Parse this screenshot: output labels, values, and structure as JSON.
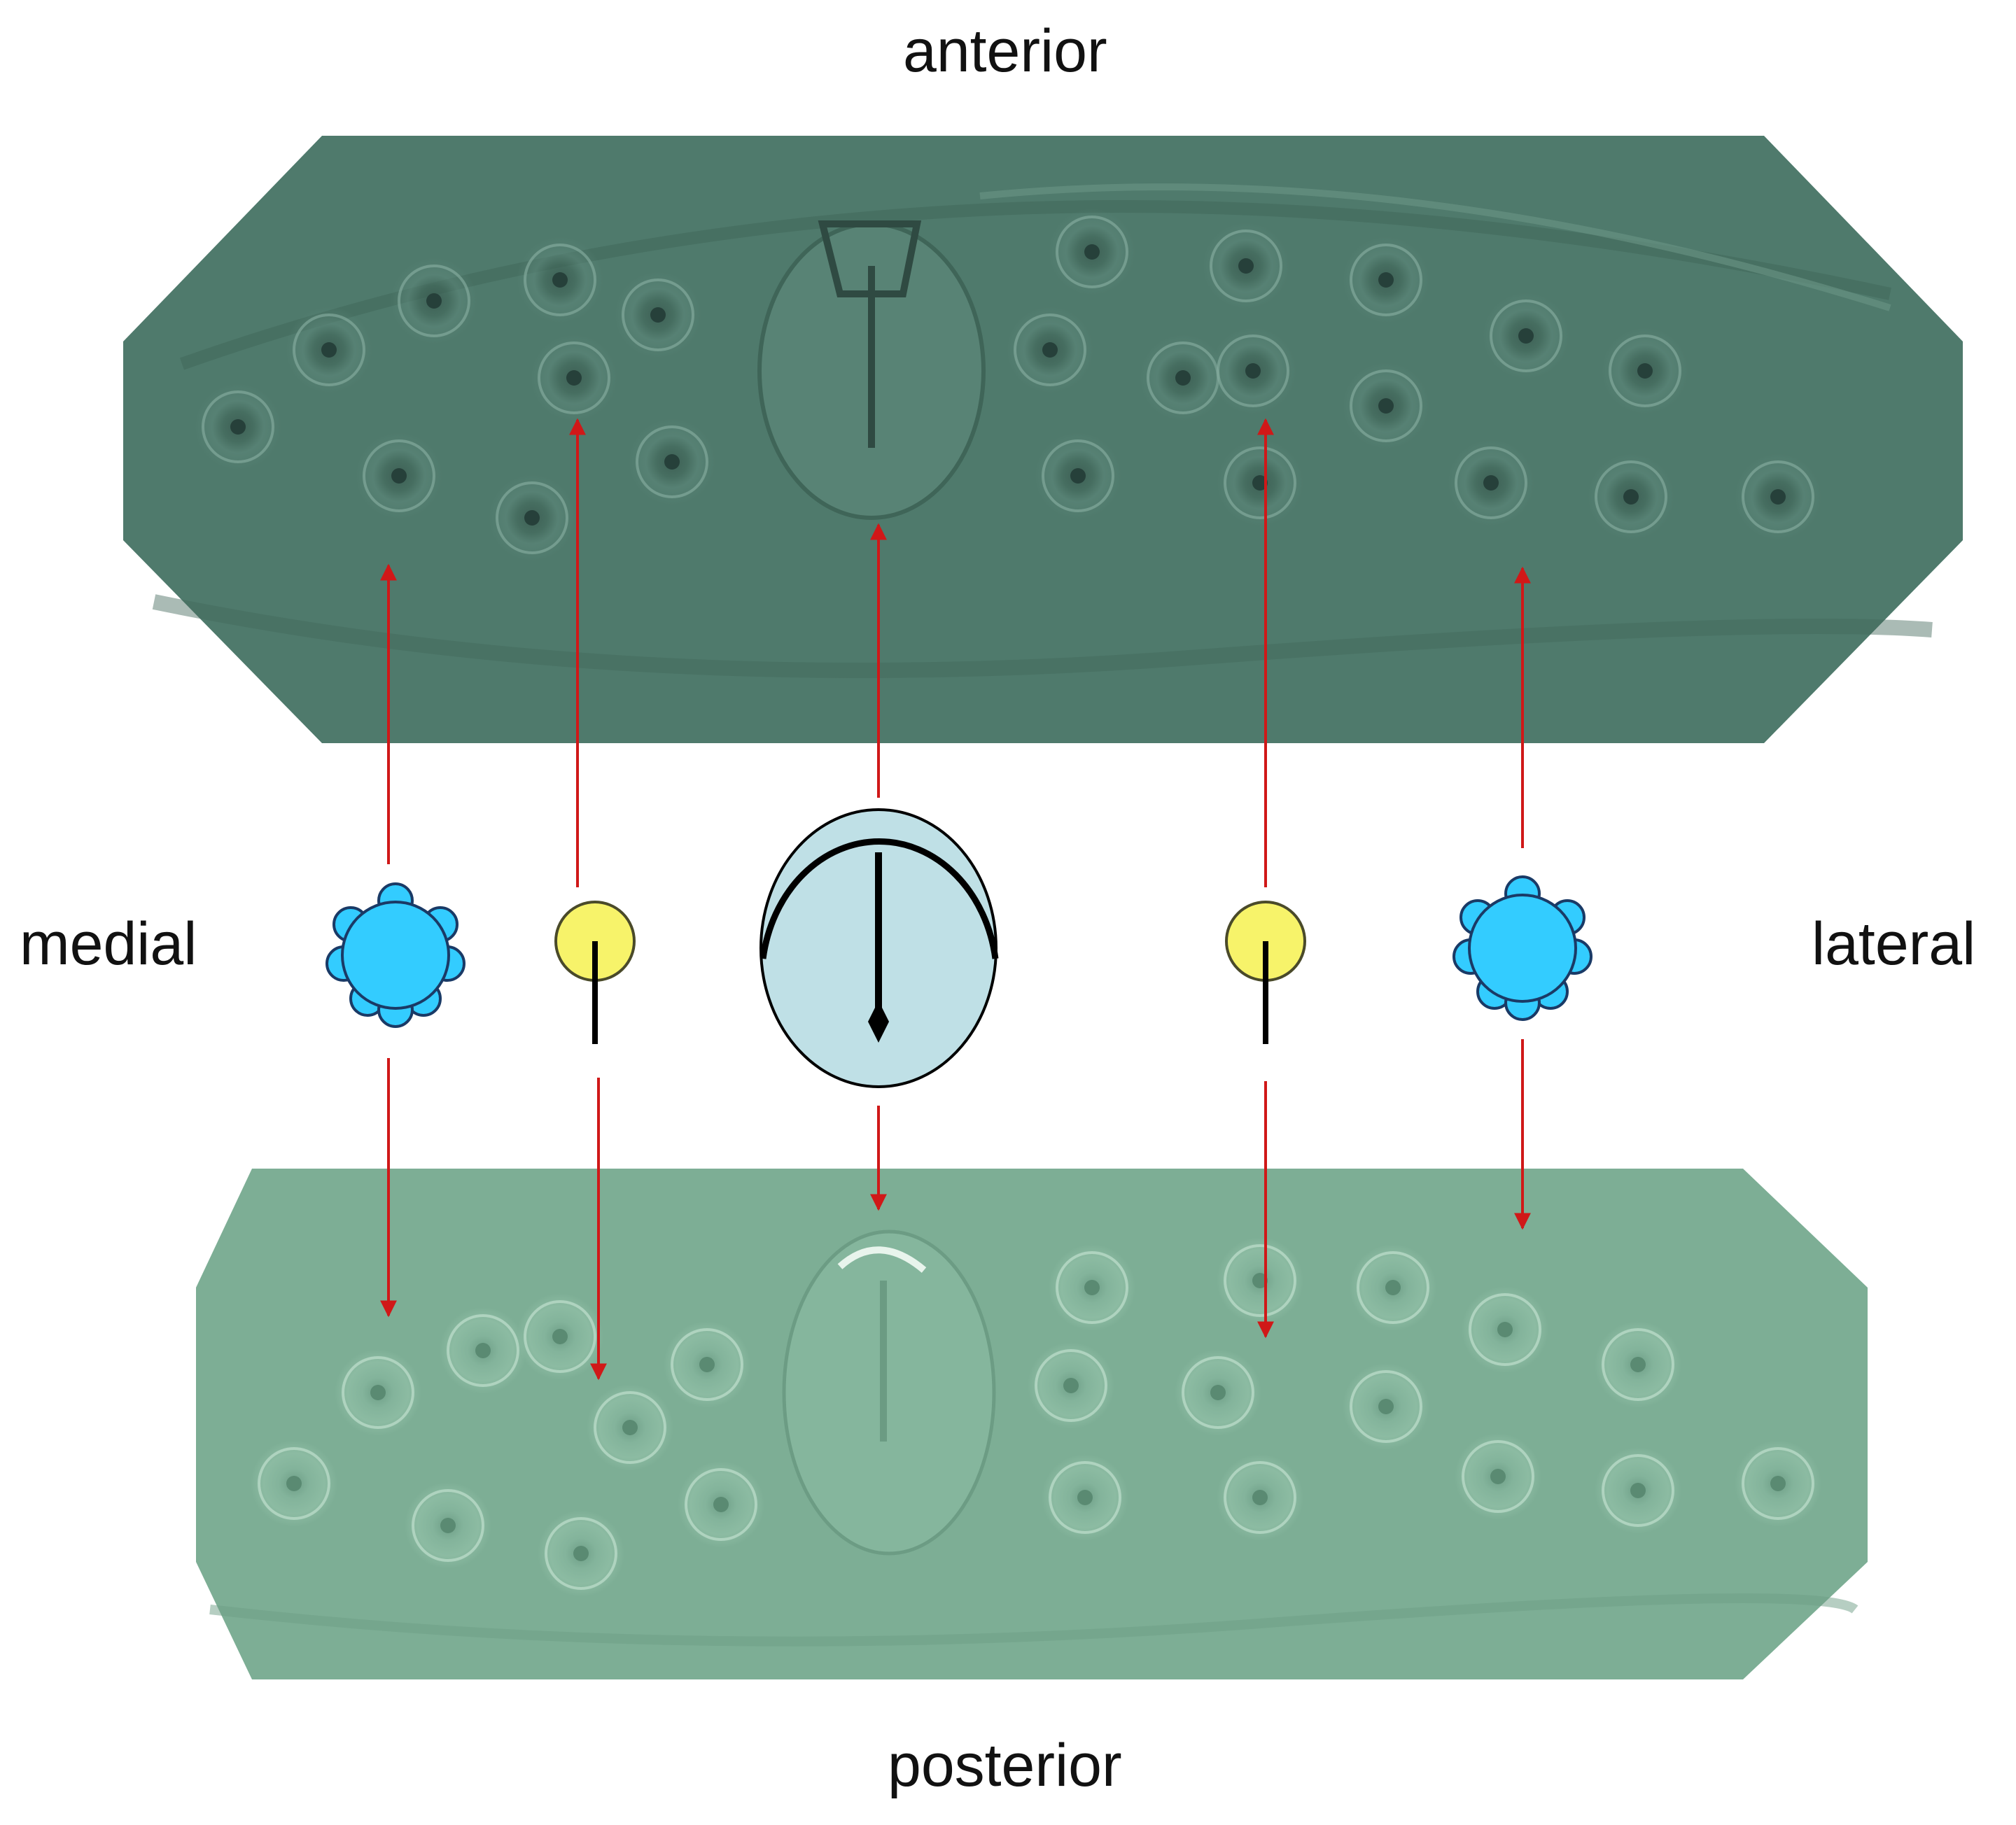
{
  "labels": {
    "top": "anterior",
    "bottom": "posterior",
    "left": "medial",
    "right": "lateral"
  },
  "colors": {
    "arrow": "#d01818",
    "upper_panel": "#4f7a6c",
    "lower_panel": "#7dae95",
    "cluster_cell": "#33ccff",
    "small_cell": "#f7f36a",
    "central_organ": "#bfe0e6",
    "outline": "#000000"
  },
  "icons": {
    "cluster_cell": "flower-cell-icon",
    "small_cell": "pin-cell-icon",
    "central_organ": "oval-organ-icon"
  }
}
